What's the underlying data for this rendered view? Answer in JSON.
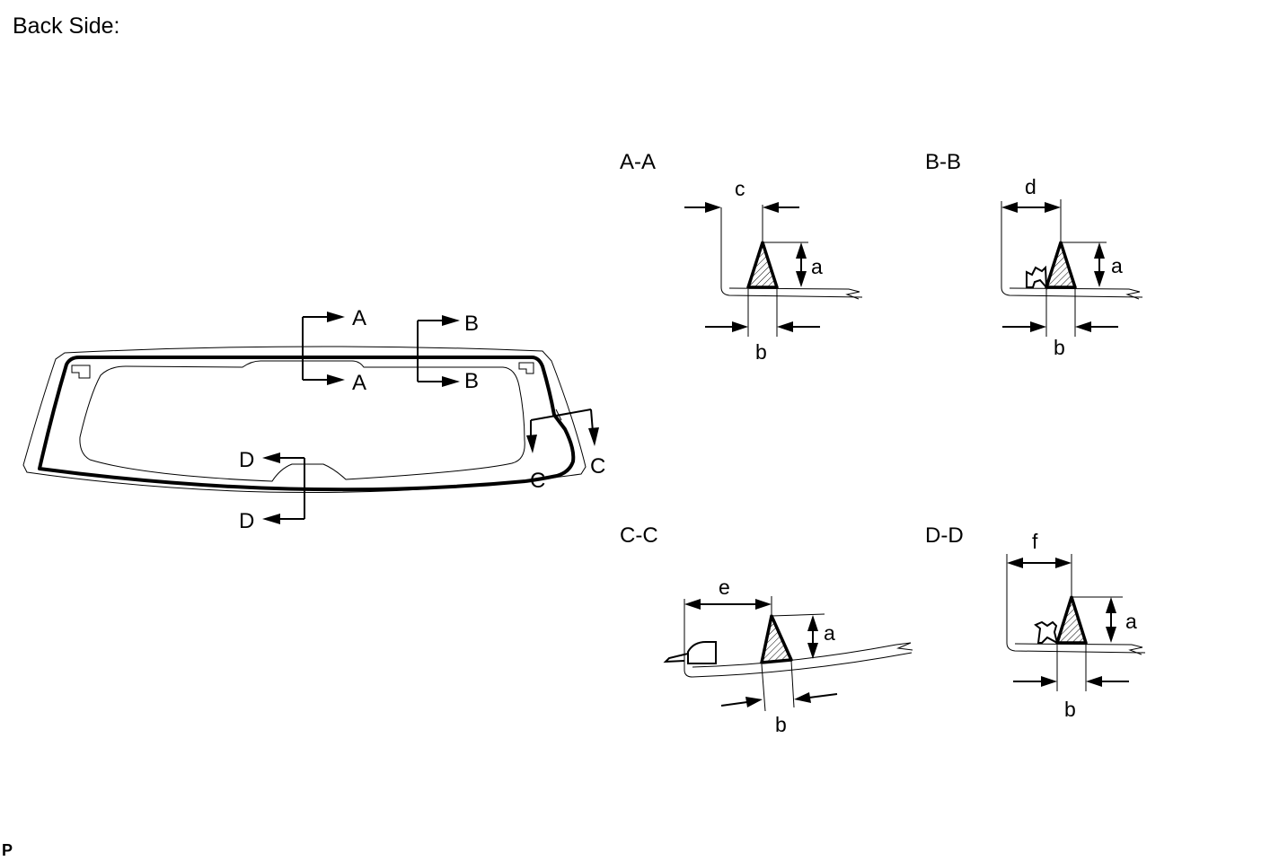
{
  "title": "Back Side:",
  "footer_code": "P",
  "cut_labels": {
    "a": "A",
    "b": "B",
    "c": "C",
    "d": "D"
  },
  "sections": {
    "aa": {
      "title": "A-A",
      "dim_top": "c",
      "dim_height": "a",
      "dim_width": "b"
    },
    "bb": {
      "title": "B-B",
      "dim_top": "d",
      "dim_height": "a",
      "dim_width": "b"
    },
    "cc": {
      "title": "C-C",
      "dim_top": "e",
      "dim_height": "a",
      "dim_width": "b"
    },
    "dd": {
      "title": "D-D",
      "dim_top": "f",
      "dim_height": "a",
      "dim_width": "b"
    }
  }
}
